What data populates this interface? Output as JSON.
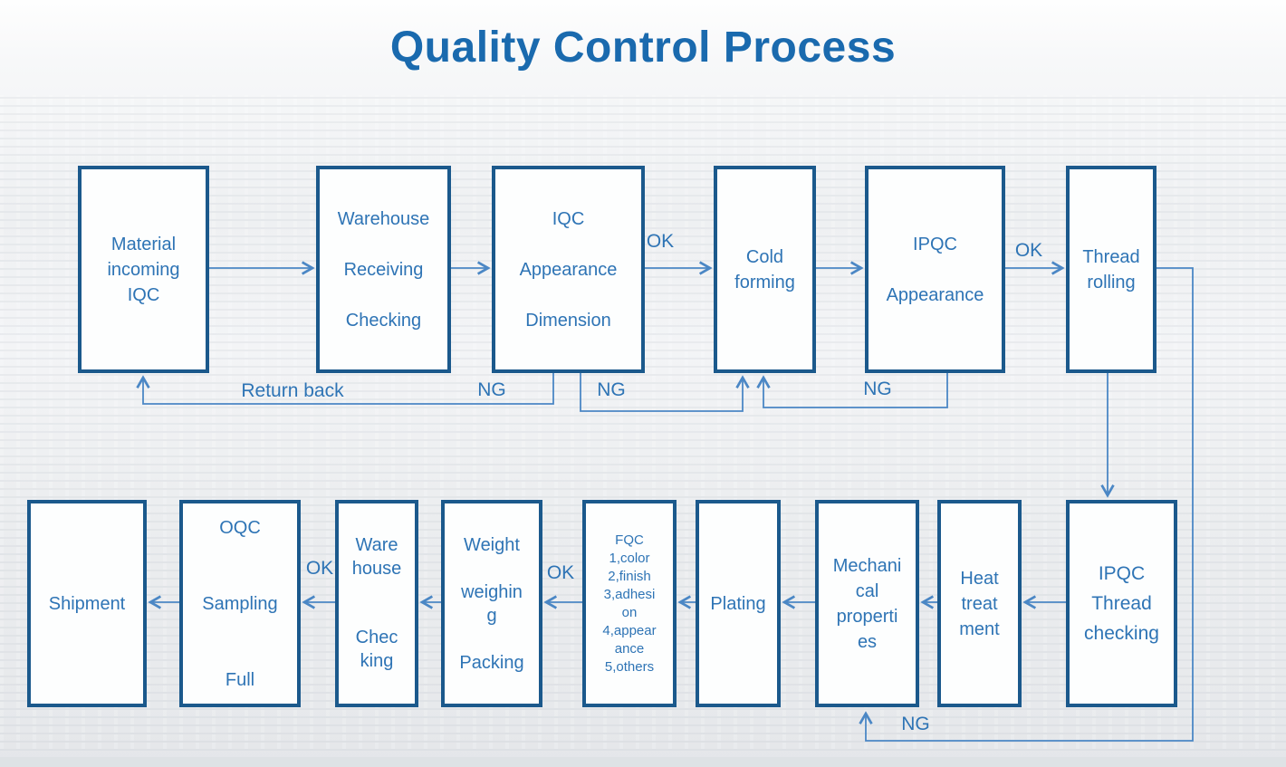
{
  "title": "Quality Control Process",
  "colors": {
    "title": "#1a6aae",
    "box_border": "#1b598c",
    "box_text": "#2e74b5",
    "arrow": "#4b87c5",
    "background": "#eceef0"
  },
  "nodes": {
    "material": {
      "text": "Material\nincoming\nIQC"
    },
    "warehouse_receiving": {
      "text": "Warehouse\n\nReceiving\n\nChecking"
    },
    "iqc": {
      "text": "IQC\n\nAppearance\n\nDimension"
    },
    "cold_forming": {
      "text": "Cold\nforming"
    },
    "ipqc_appearance": {
      "text": "IPQC\n\nAppearance"
    },
    "thread_rolling": {
      "text": "Thread\nrolling"
    },
    "shipment": {
      "text": "Shipment"
    },
    "oqc": {
      "text": "OQC\n\n\nSampling\n\n\nFull"
    },
    "warehouse_checking": {
      "text": "Ware\nhouse\n\n\nChec\nking"
    },
    "weight_packing": {
      "text": "Weight\n\nweighin\ng\n\nPacking"
    },
    "fqc": {
      "text": "FQC\n1,color\n2,finish\n3,adhesi\non\n4,appear\nance\n5,others"
    },
    "plating": {
      "text": "Plating"
    },
    "mechanical": {
      "text": "Mechani\ncal\nproperti\nes"
    },
    "heat_treatment": {
      "text": "Heat\ntreat\nment"
    },
    "ipqc_thread": {
      "text": "IPQC\nThread\nchecking"
    }
  },
  "labels": {
    "ok_iqc_to_cold": "OK",
    "ok_ipqc_to_thread": "OK",
    "ok_fqc_to_weight": "OK",
    "ok_ware_to_oqc": "OK",
    "return_back": "Return back",
    "ng_return": "NG",
    "ng_iqc_to_cold": "NG",
    "ng_ipqc_to_cold": "NG",
    "ng_bottom": "NG"
  }
}
